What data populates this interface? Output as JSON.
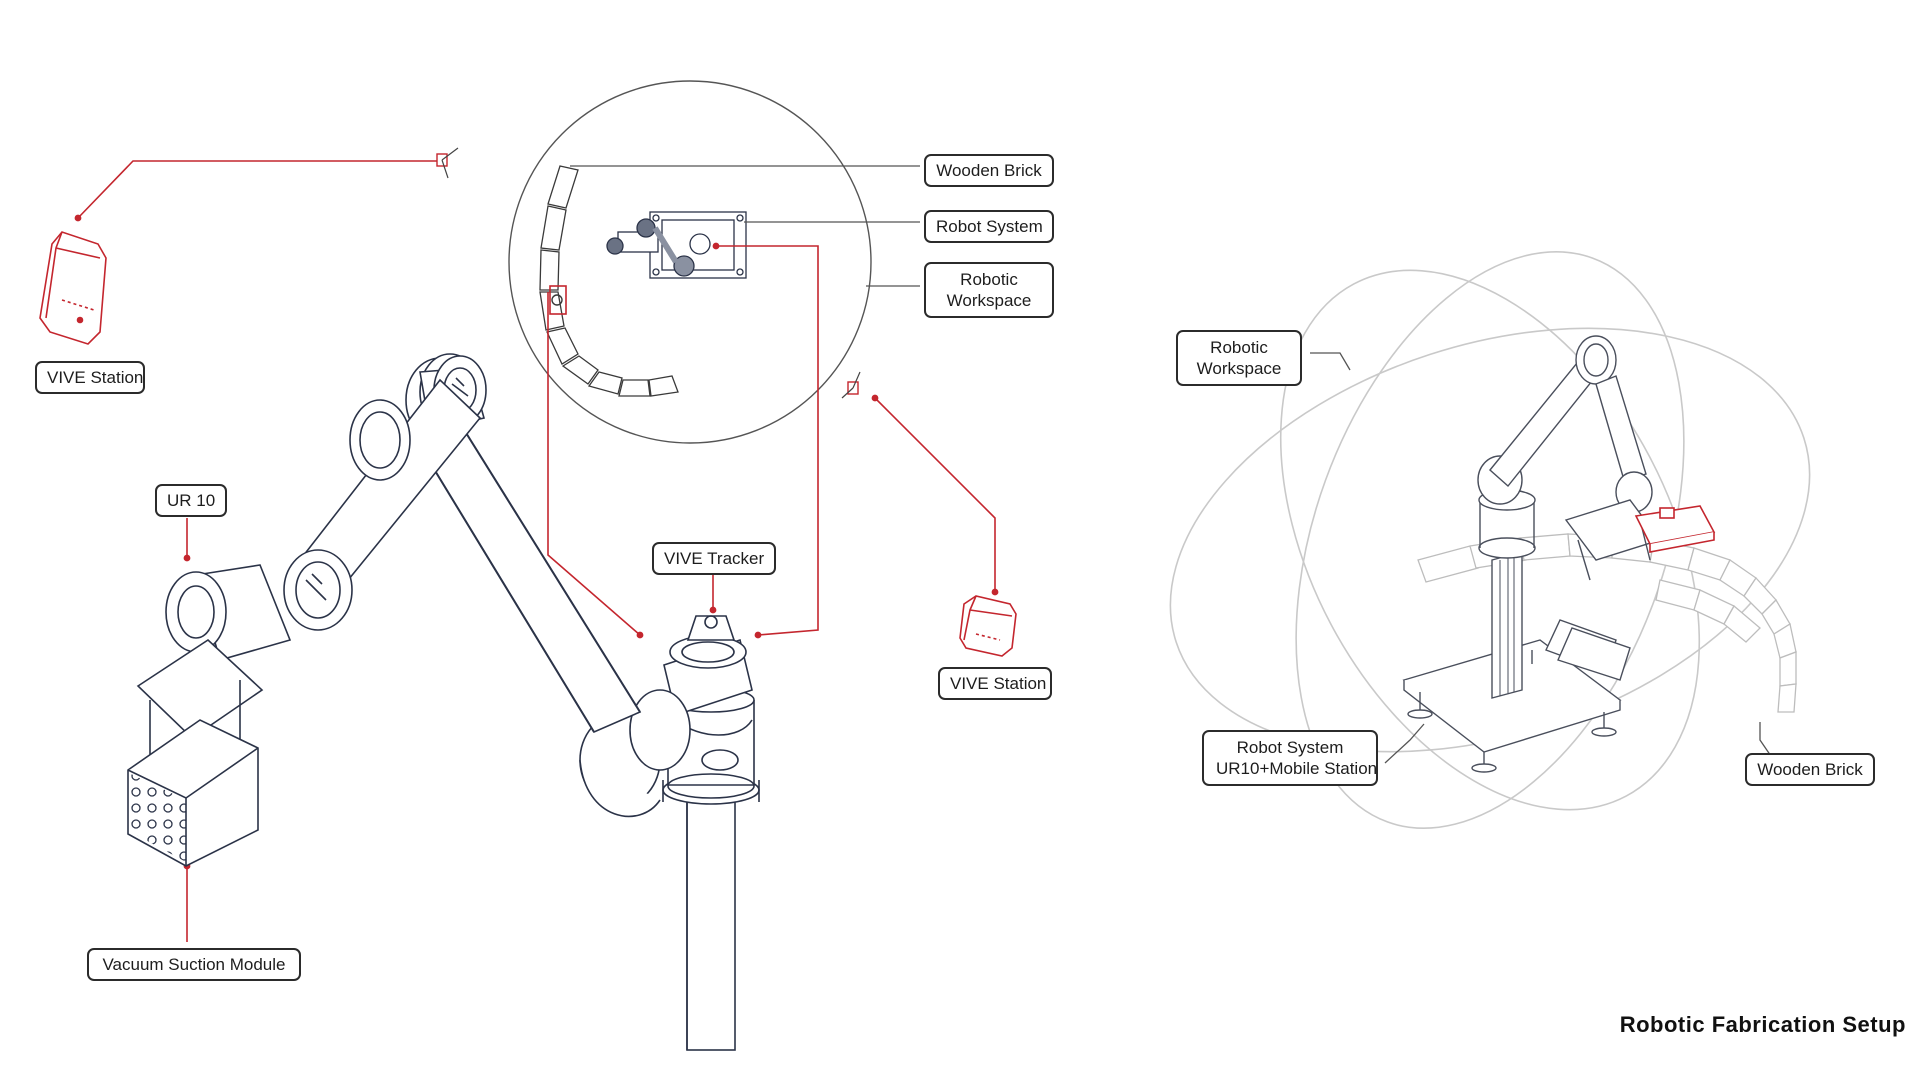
{
  "diagram": {
    "title": "Robotic Fabrication Setup",
    "accent_color": "#c4262e",
    "line_color": "#2b3348",
    "left_panel": {
      "labels": {
        "wooden_brick": "Wooden Brick",
        "robot_system": "Robot System",
        "robotic_workspace": [
          "Robotic",
          "Workspace"
        ],
        "vive_station_top": "VIVE Station",
        "vive_station_right": "VIVE Station",
        "vive_tracker": "VIVE Tracker",
        "ur10": "UR 10",
        "vacuum_suction_module": "Vacuum Suction Module"
      }
    },
    "right_panel": {
      "labels": {
        "robotic_workspace": [
          "Robotic",
          "Workspace"
        ],
        "robot_system": [
          "Robot System",
          "UR10+Mobile Station"
        ],
        "wooden_brick": "Wooden Brick"
      }
    }
  }
}
